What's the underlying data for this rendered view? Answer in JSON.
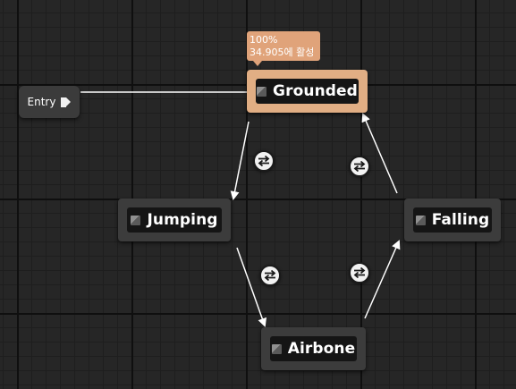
{
  "entry": {
    "label": "Entry"
  },
  "states": {
    "grounded": {
      "label": "Grounded",
      "active": true
    },
    "jumping": {
      "label": "Jumping"
    },
    "falling": {
      "label": "Falling"
    },
    "airbone": {
      "label": "Airbone"
    }
  },
  "tooltip": {
    "weight": "100%",
    "active_time": "34.905에 활성"
  },
  "transitions": [
    {
      "from": "entry",
      "to": "grounded"
    },
    {
      "from": "grounded",
      "to": "jumping"
    },
    {
      "from": "jumping",
      "to": "airbone"
    },
    {
      "from": "airbone",
      "to": "falling"
    },
    {
      "from": "falling",
      "to": "grounded"
    }
  ],
  "colors": {
    "active_state_border": "#e1ae84",
    "state_border": "#3c3c3c",
    "state_inner": "#151515",
    "grid_background": "#262626",
    "wire": "#ffffff",
    "tooltip_background": "#e0a37a"
  },
  "icons": {
    "state": "state-square-icon",
    "entry_pin": "entry-arrow-pin-icon",
    "transition": "transition-rule-icon"
  }
}
